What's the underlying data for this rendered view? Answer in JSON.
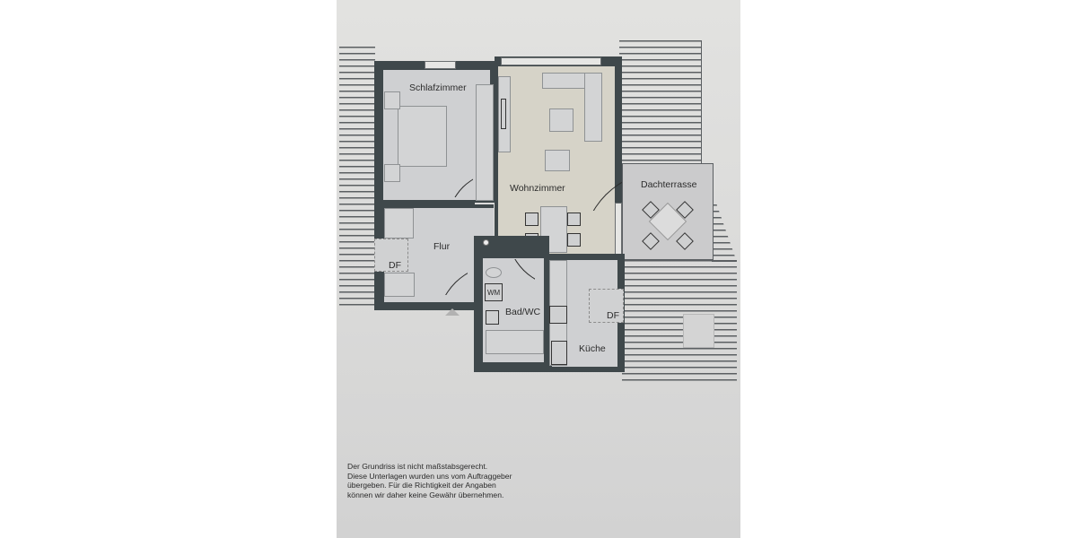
{
  "floorplan": {
    "rooms": [
      {
        "id": "schlafzimmer",
        "label": "Schlafzimmer"
      },
      {
        "id": "wohnzimmer",
        "label": "Wohnzimmer"
      },
      {
        "id": "dachterrasse",
        "label": "Dachterrasse"
      },
      {
        "id": "flur",
        "label": "Flur"
      },
      {
        "id": "bad",
        "label": "Bad/WC"
      },
      {
        "id": "kueche",
        "label": "Küche"
      }
    ],
    "fixtures": {
      "washing_machine": "WM",
      "skylight_flur": "DF",
      "skylight_kueche": "DF"
    },
    "colors": {
      "wall": "#3f484b",
      "floor": "#cfd0d2",
      "living_floor": "#d6d3c8",
      "paper": "#dcdcdc"
    }
  },
  "disclaimer": {
    "lines": [
      "Der Grundriss ist nicht maßstabsgerecht.",
      "Diese Unterlagen wurden uns vom Auftraggeber",
      "übergeben. Für die Richtigkeit der Angaben",
      "können wir daher keine Gewähr übernehmen."
    ]
  }
}
